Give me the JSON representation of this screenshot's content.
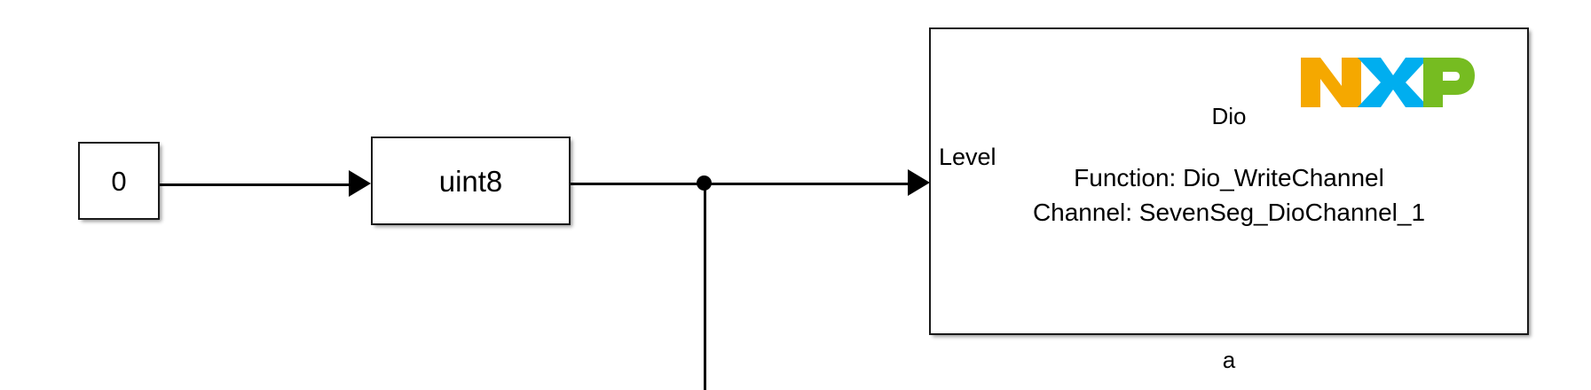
{
  "diagram": {
    "type": "simulink-block-diagram",
    "background_color": "#FFFFFF",
    "line_color": "#000000"
  },
  "blocks": {
    "constant": {
      "name": "constant-block",
      "value": "0"
    },
    "data_type_conversion": {
      "name": "data-type-conversion-block",
      "label": "uint8"
    },
    "dio": {
      "name": "nxp-dio-write-block",
      "title": "Dio",
      "port_label": "Level",
      "line_function": "Function: Dio_WriteChannel",
      "line_channel": "Channel: SevenSeg_DioChannel_1",
      "block_name": "a",
      "logo": {
        "name": "nxp-logo",
        "text": "NXP",
        "colors": {
          "n": "#F5A800",
          "x": "#00AEEF",
          "p": "#76BC21"
        }
      }
    }
  },
  "signals": [
    {
      "name": "wire-const-to-uint8",
      "from": "constant-block",
      "to": "data-type-conversion-block"
    },
    {
      "name": "wire-uint8-to-junction",
      "from": "data-type-conversion-block",
      "to": "junction-1"
    },
    {
      "name": "wire-junction-to-dio",
      "from": "junction-1",
      "to": "nxp-dio-write-block"
    },
    {
      "name": "wire-junction-down",
      "from": "junction-1",
      "to": "off-screen"
    }
  ]
}
